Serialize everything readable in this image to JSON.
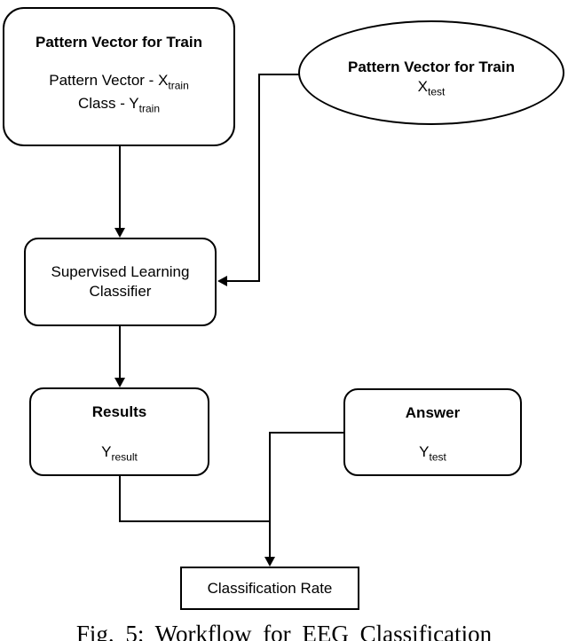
{
  "diagram": {
    "colors": {
      "stroke": "#000000",
      "fill": "#ffffff",
      "text": "#000000"
    },
    "nodes": {
      "train_box": {
        "title": "Pattern Vector for Train",
        "pattern_line": {
          "main": "Pattern Vector - X",
          "sub": "train"
        },
        "class_line": {
          "main": "Class - Y",
          "sub": "train"
        }
      },
      "test_ellipse": {
        "title": "Pattern Vector for Train",
        "value": {
          "main": "X",
          "sub": "test"
        }
      },
      "classifier_box": {
        "line1": "Supervised Learning",
        "line2": "Classifier"
      },
      "results_box": {
        "title": "Results",
        "value": {
          "main": "Y",
          "sub": "result"
        }
      },
      "answer_box": {
        "title": "Answer",
        "value": {
          "main": "Y",
          "sub": "test"
        }
      },
      "rate_box": {
        "label": "Classification Rate"
      }
    }
  },
  "caption": {
    "text": "Fig. 5: Workflow for EEG Classification"
  }
}
